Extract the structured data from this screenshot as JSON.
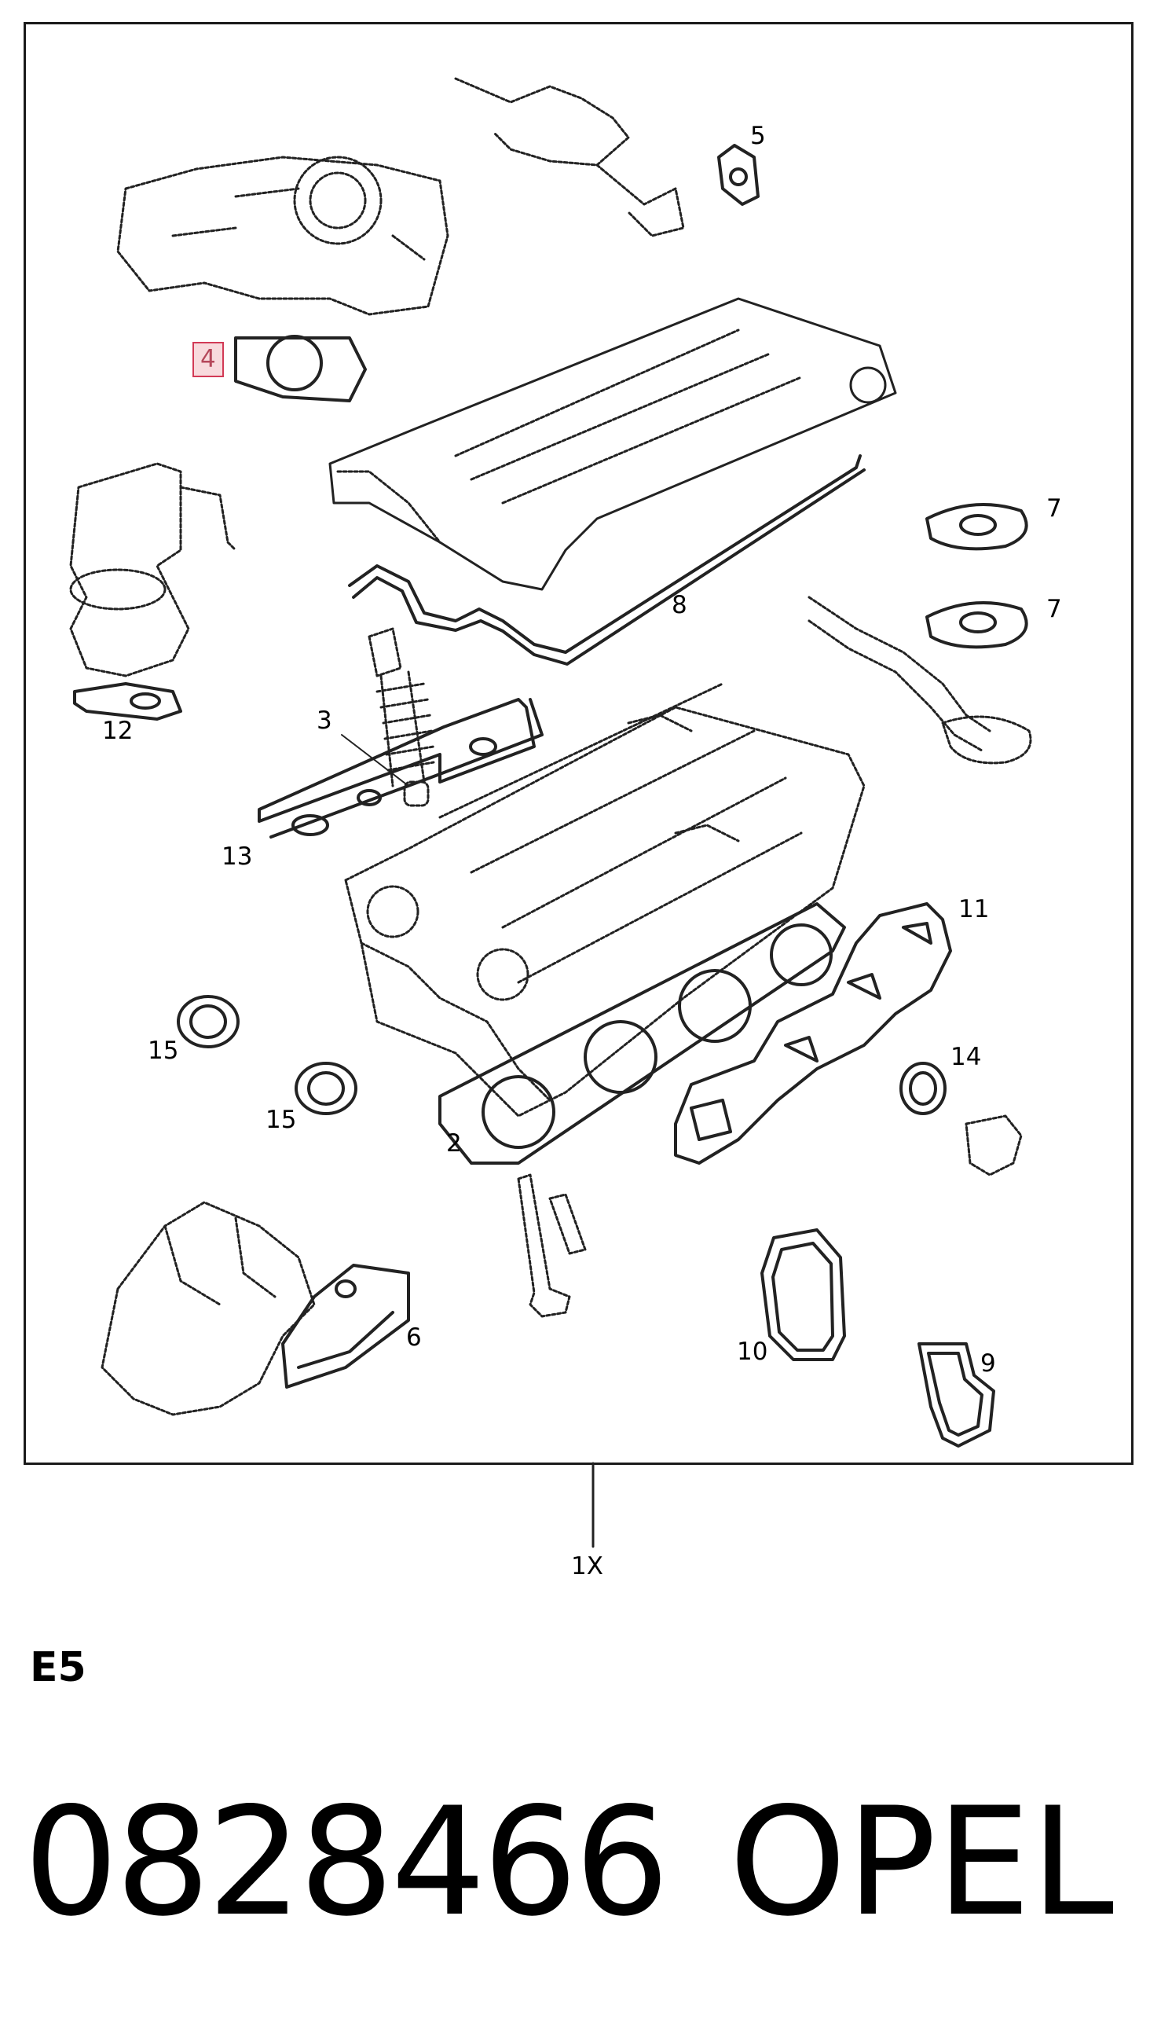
{
  "diagram": {
    "callouts": {
      "c2": "2",
      "c3": "3",
      "c4": "4",
      "c5": "5",
      "c6": "6",
      "c7a": "7",
      "c7b": "7",
      "c8": "8",
      "c9": "9",
      "c10": "10",
      "c11": "11",
      "c12": "12",
      "c13": "13",
      "c14": "14",
      "c15a": "15",
      "c15b": "15"
    },
    "highlight_color": "#d23a56",
    "quantity": "1X"
  },
  "footer": {
    "group": "E5",
    "part_number": "0828466",
    "brand": "OPEL"
  }
}
